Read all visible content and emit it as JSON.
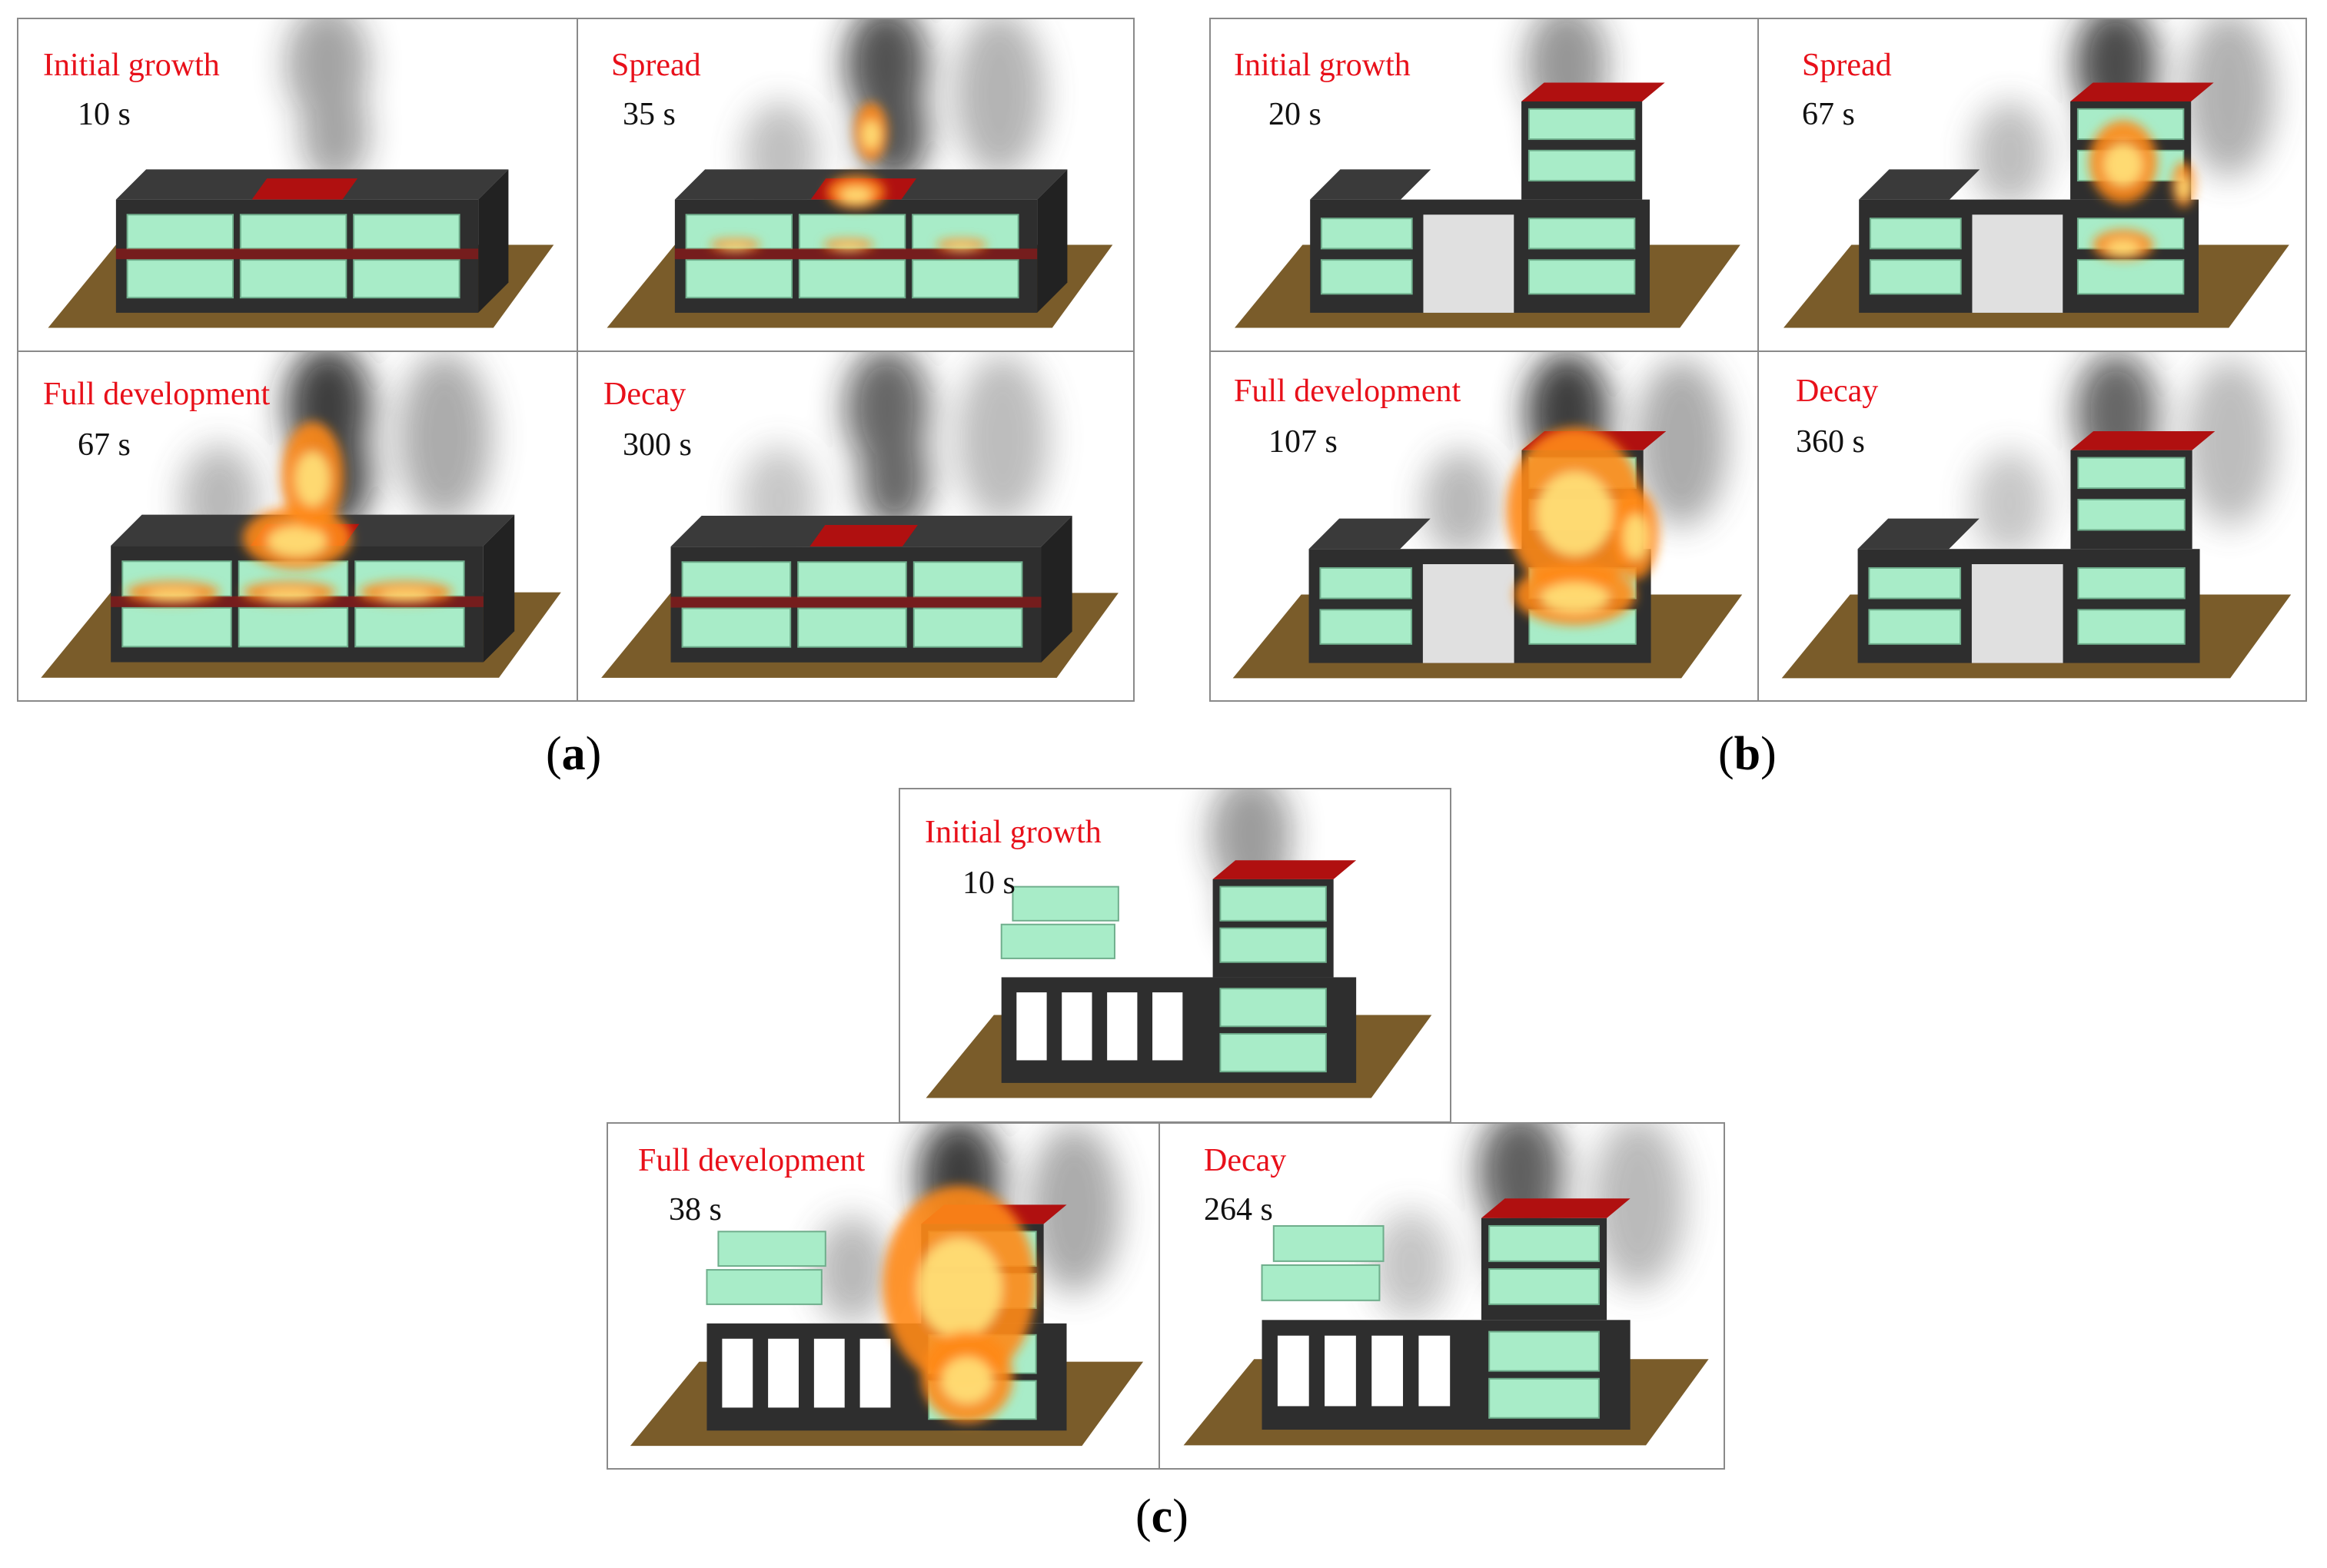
{
  "figure": {
    "a": {
      "label": "a",
      "panels": [
        {
          "stage": "Initial growth",
          "time": "10 s",
          "fire": 0.1,
          "smoke": 0.25
        },
        {
          "stage": "Spread",
          "time": "35 s",
          "fire": 0.55,
          "smoke": 0.85
        },
        {
          "stage": "Full development",
          "time": "67 s",
          "fire": 1.0,
          "smoke": 1.0
        },
        {
          "stage": "Decay",
          "time": "300 s",
          "fire": 0.05,
          "smoke": 0.7
        }
      ]
    },
    "b": {
      "label": "b",
      "panels": [
        {
          "stage": "Initial growth",
          "time": "20 s",
          "fire": 0.1,
          "smoke": 0.35
        },
        {
          "stage": "Spread",
          "time": "67 s",
          "fire": 0.5,
          "smoke": 0.9
        },
        {
          "stage": "Full development",
          "time": "107 s",
          "fire": 1.0,
          "smoke": 1.0
        },
        {
          "stage": "Decay",
          "time": "360 s",
          "fire": 0.05,
          "smoke": 0.7
        }
      ]
    },
    "c": {
      "label": "c",
      "panels": [
        {
          "stage": "Initial growth",
          "time": "10 s",
          "fire": 0.1,
          "smoke": 0.3
        },
        {
          "stage": "Full development",
          "time": "38 s",
          "fire": 1.0,
          "smoke": 1.0
        },
        {
          "stage": "Decay",
          "time": "264 s",
          "fire": 0.05,
          "smoke": 0.75
        }
      ]
    }
  },
  "colors": {
    "stage_text": "#e8101a",
    "frame": "#2e2e2e",
    "module": "#a8ecc8",
    "hot_top": "#b01010",
    "ground": "#7a5c2a",
    "flame": "#ff8a1a",
    "smoke": "#1e1e1e"
  }
}
